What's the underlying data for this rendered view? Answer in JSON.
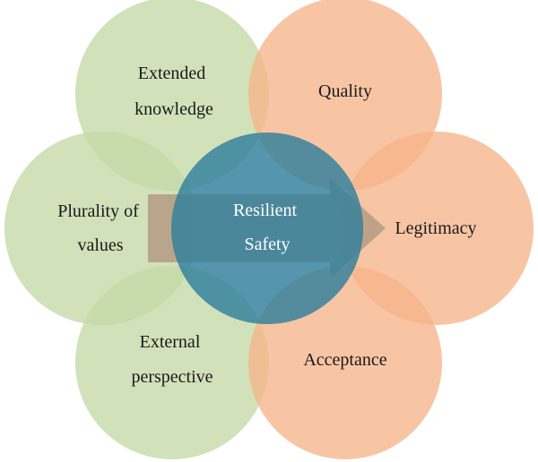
{
  "diagram": {
    "center": {
      "lines": [
        "Resilient",
        "Safety"
      ],
      "color": "#2f7f9c"
    },
    "petals": [
      {
        "id": "extended-knowledge",
        "group": "left",
        "lines": [
          "Extended",
          "knowledge"
        ]
      },
      {
        "id": "plurality-of-values",
        "group": "left",
        "lines": [
          "Plurality of",
          "values"
        ]
      },
      {
        "id": "external-perspective",
        "group": "left",
        "lines": [
          "External",
          "perspective"
        ]
      },
      {
        "id": "quality",
        "group": "right",
        "lines": [
          "Quality"
        ]
      },
      {
        "id": "legitimacy",
        "group": "right",
        "lines": [
          "Legitimacy"
        ]
      },
      {
        "id": "acceptance",
        "group": "right",
        "lines": [
          "Acceptance"
        ]
      }
    ],
    "colors": {
      "left_fill": "#c4d9a6",
      "right_fill": "#f6b58a",
      "arrow": "#b59a83"
    }
  }
}
